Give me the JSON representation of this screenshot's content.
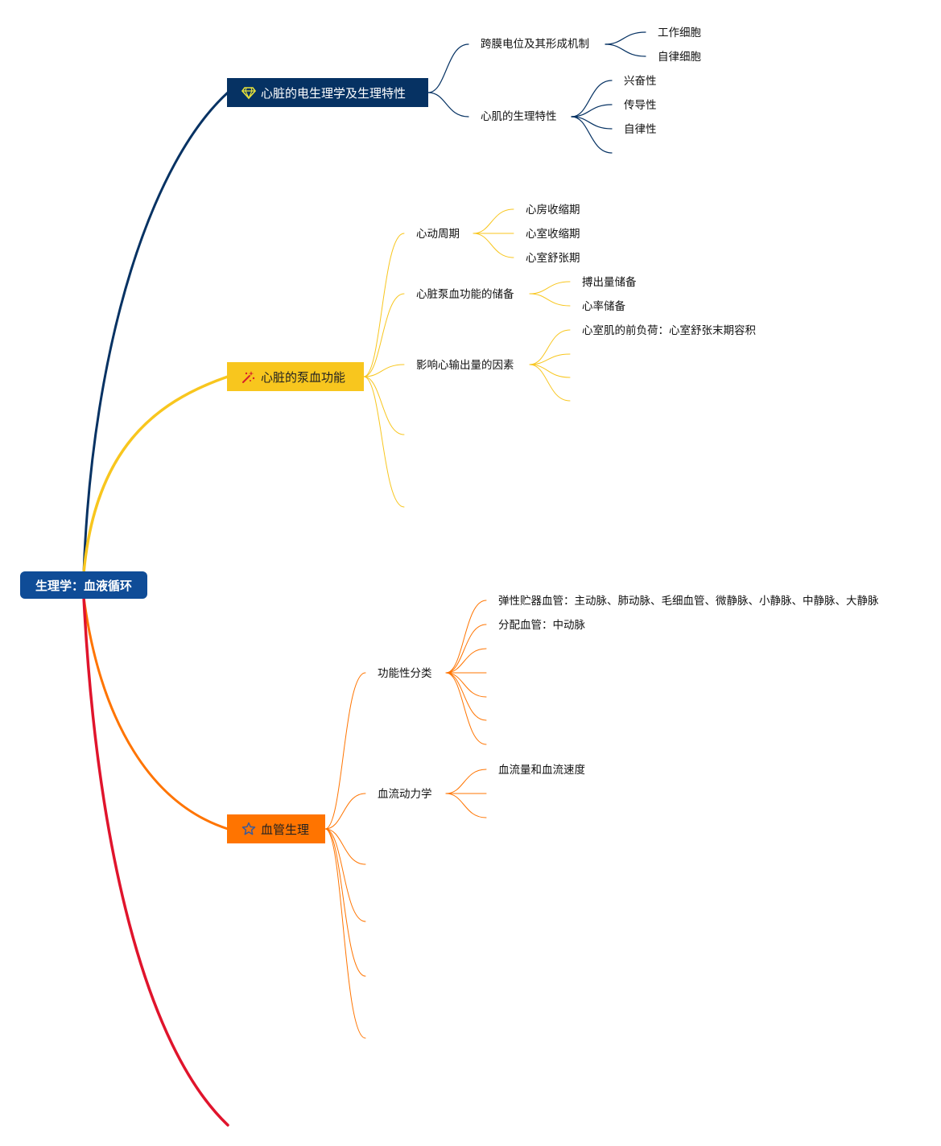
{
  "root": {
    "label": "生理学：血液循环"
  },
  "topics": [
    {
      "label": "心脏的电生理学及生理特性",
      "icon": "diamond-icon",
      "color": "#063263",
      "children": [
        {
          "label": "跨膜电位及其形成机制",
          "children": [
            "工作细胞",
            "自律细胞"
          ]
        },
        {
          "label": "心肌的生理特性",
          "children": [
            "兴奋性",
            "传导性",
            "自律性",
            ""
          ]
        }
      ]
    },
    {
      "label": "心脏的泵血功能",
      "icon": "sparkle-icon",
      "color": "#f8c61e",
      "children": [
        {
          "label": "心动周期",
          "children": [
            "心房收缩期",
            "心室收缩期",
            "心室舒张期"
          ]
        },
        {
          "label": "心脏泵血功能的储备",
          "children": [
            "搏出量储备",
            "心率储备"
          ]
        },
        {
          "label": "影响心输出量的因素",
          "children": [
            "心室肌的前负荷：心室舒张末期容积",
            "",
            "",
            ""
          ]
        },
        {
          "label": "",
          "children": []
        },
        {
          "label": "",
          "children": []
        }
      ]
    },
    {
      "label": "血管生理",
      "icon": "star-icon",
      "color": "#ff7400",
      "children": [
        {
          "label": "功能性分类",
          "children": [
            "弹性贮器血管：主动脉、肺动脉、毛细血管、微静脉、小静脉、中静脉、大静脉",
            "分配血管：中动脉",
            "",
            "",
            "",
            "",
            ""
          ]
        },
        {
          "label": "血流动力学",
          "children": [
            "血流量和血流速度",
            "",
            ""
          ]
        },
        {
          "label": "",
          "children": []
        },
        {
          "label": "",
          "children": []
        },
        {
          "label": "",
          "children": []
        },
        {
          "label": "",
          "children": []
        }
      ]
    },
    {
      "label": "",
      "icon": "",
      "color": "#e0142c",
      "children": []
    }
  ]
}
